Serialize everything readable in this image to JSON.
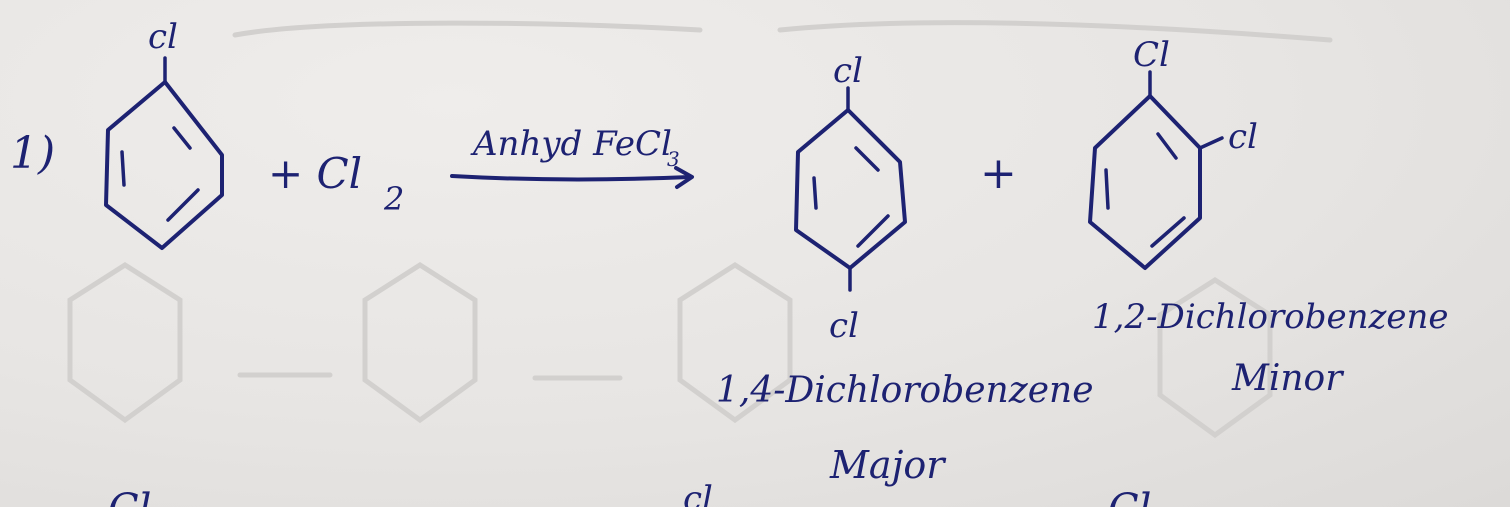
{
  "step_number": "1)",
  "reactant": {
    "substituent": "cl",
    "reagent": "+ Cl",
    "reagent_subscript": "2"
  },
  "condition": {
    "label": "Anhyd FeCl",
    "subscript": "3"
  },
  "product_para": {
    "substituent_top": "cl",
    "substituent_bottom": "cl",
    "name": "1,4-Dichlorobenzene",
    "yield_label": "Major"
  },
  "plus_sign": "+",
  "product_ortho": {
    "substituent_top": "Cl",
    "substituent_side": "cl",
    "name": "1,2-Dichlorobenzene",
    "yield_label": "Minor"
  },
  "bottom_edge_labels": [
    "Cl",
    "cl",
    "Cl"
  ],
  "colors": {
    "ink": "#1d2272",
    "paper": "#e8e6e4"
  }
}
